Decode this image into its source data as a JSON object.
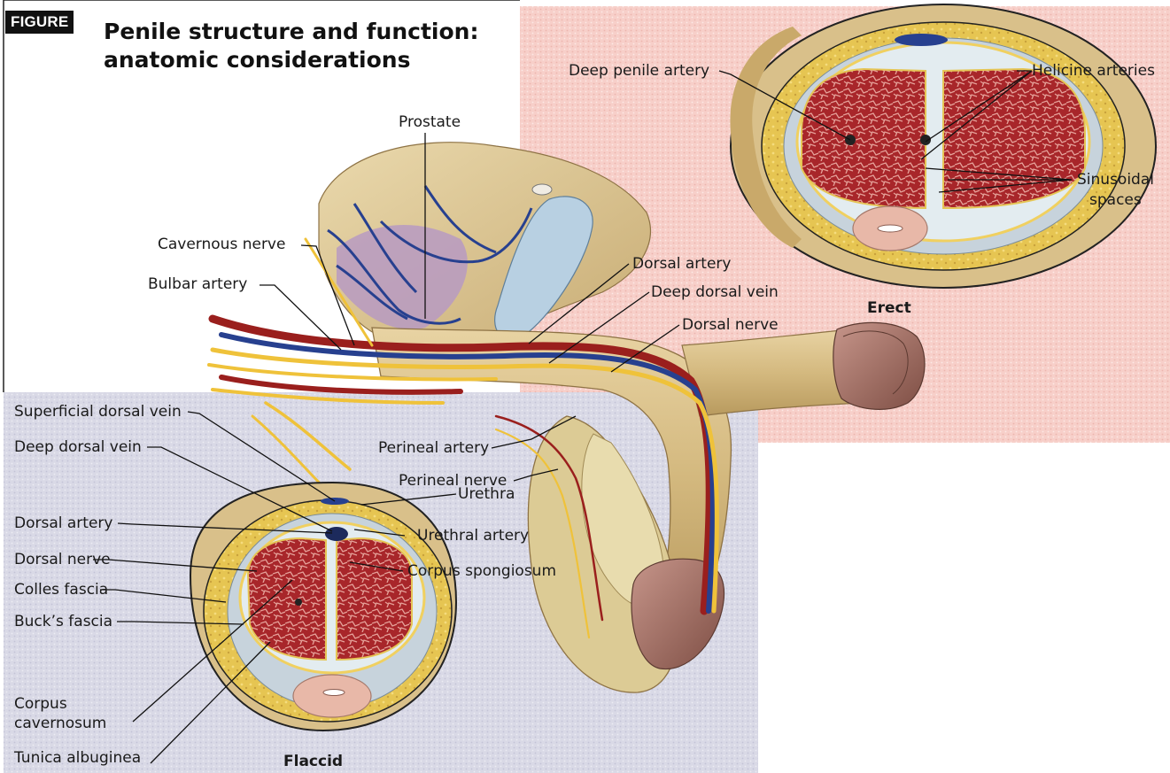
{
  "header": {
    "badge": "FIGURE",
    "title_line1": "Penile structure and function:",
    "title_line2": "anatomic considerations"
  },
  "panels": {
    "erect_caption": "Erect",
    "flaccid_caption": "Flaccid"
  },
  "labels": {
    "deep_penile_artery": "Deep penile artery",
    "helicine_arteries": "Helicine arteries",
    "sinusoidal_line1": "Sinusoidal",
    "sinusoidal_line2": "spaces",
    "prostate": "Prostate",
    "cavernous_nerve": "Cavernous nerve",
    "bulbar_artery": "Bulbar artery",
    "dorsal_artery_main": "Dorsal artery",
    "deep_dorsal_vein_main": "Deep dorsal vein",
    "dorsal_nerve_main": "Dorsal nerve",
    "superficial_dorsal_vein": "Superficial dorsal vein",
    "deep_dorsal_vein": "Deep dorsal vein",
    "perineal_artery": "Perineal artery",
    "perineal_nerve": "Perineal nerve",
    "dorsal_artery": "Dorsal artery",
    "dorsal_nerve": "Dorsal nerve",
    "colles_fascia": "Colles fascia",
    "bucks_fascia": "Buck’s fascia",
    "corpus_cavernosum_line1": "Corpus",
    "corpus_cavernosum_line2": "cavernosum",
    "tunica_albuginea": "Tunica albuginea",
    "urethra": "Urethra",
    "urethral_artery": "Urethral artery",
    "corpus_spongiosum": "Corpus spongiosum"
  },
  "colors": {
    "erect_panel_bg": "#f7cfc9",
    "flaccid_panel_bg": "#d9d9e6",
    "corpus_red": "#a8262a",
    "fascia_yellow": "#e6c552",
    "skin_tan": "#d9c08a",
    "vein_blue": "#27408f",
    "nerve_yellow": "#efc23a",
    "artery_red": "#9a1f1d",
    "prostate_tan": "#d8c08e",
    "bladder_blue": "#b8d0e2",
    "glans_brown": "#9a6a5c"
  }
}
